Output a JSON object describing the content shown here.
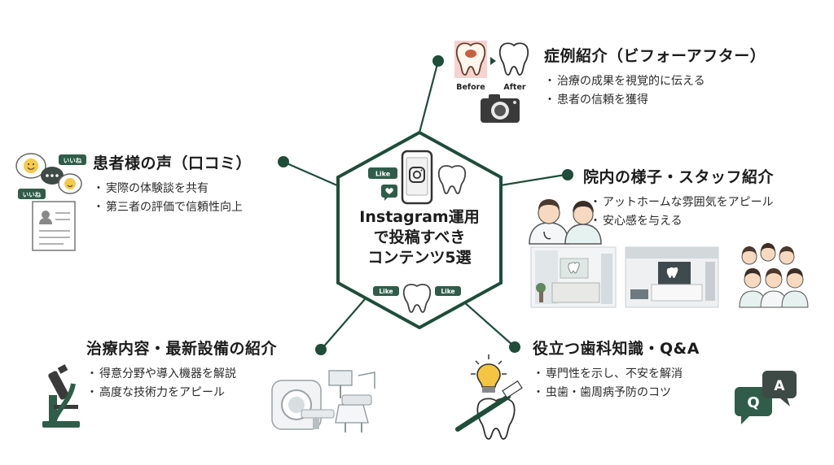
{
  "center": {
    "lines": [
      "Instagram運用",
      "で投稿すべき",
      "コンテンツ5選"
    ]
  },
  "topics": [
    {
      "title": "症例紹介（ビフォーアフター）",
      "bullets": [
        "治療の成果を視覚的に伝える",
        "患者の信頼を獲得"
      ]
    },
    {
      "title": "院内の様子・スタッフ紹介",
      "bullets": [
        "アットホームな雰囲気をアピール",
        "安心感を与える"
      ]
    },
    {
      "title": "役立つ歯科知識・Q&A",
      "bullets": [
        "専門性を示し、不安を解消",
        "虫歯・歯周病予防のコツ"
      ]
    },
    {
      "title": "治療内容・最新設備の紹介",
      "bullets": [
        "得意分野や導入機器を解説",
        "高度な技術力をアピール"
      ]
    },
    {
      "title": "患者様の声（口コミ）",
      "bullets": [
        "実際の体験談を共有",
        "第三者の評価で信頼性向上"
      ]
    }
  ],
  "icon_labels": {
    "before": "Before",
    "after": "After",
    "like": "Like",
    "iine": "いいね",
    "q": "Q",
    "a": "A"
  },
  "colors": {
    "accent": "#1e4d3a",
    "line": "#1e4d3a"
  }
}
